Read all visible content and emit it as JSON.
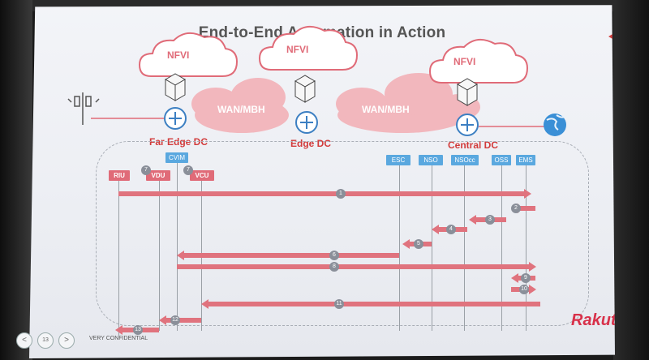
{
  "slide": {
    "title": "End-to-End Automation in Action",
    "brand": "Rakuten",
    "footer": "VERY CONFIDENTIAL",
    "page_number": "13",
    "nav_prev": "<",
    "nav_next": ">"
  },
  "clouds": {
    "nfvi": "NFVI",
    "wan": "WAN/MBH"
  },
  "data_centers": [
    "Far Edge DC",
    "Edge DC",
    "Central DC"
  ],
  "components": {
    "cvim": "CVIM",
    "riu": "RIU",
    "vdu": "VDU",
    "vcu": "VCU",
    "vdu_badge": "7",
    "vcu_badge": "7",
    "esc": "ESC",
    "nso": "NSO",
    "nsoc": "NSOcc",
    "oss": "OSS",
    "ems": "EMS"
  },
  "steps": [
    "1",
    "2",
    "3",
    "4",
    "5",
    "6",
    "8",
    "9",
    "10",
    "11",
    "12",
    "13"
  ],
  "colors": {
    "accent": "#d23b3b",
    "arrow": "#e0737e",
    "component_blue": "#5aa8df",
    "cloud": "#ef9aa3"
  }
}
